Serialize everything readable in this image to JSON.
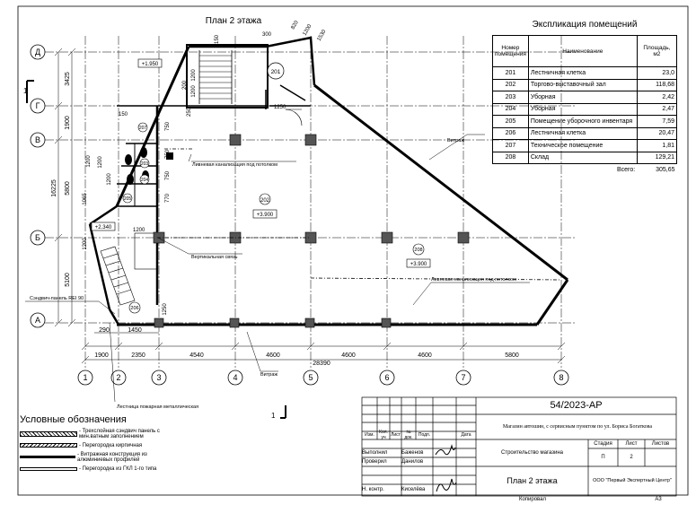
{
  "plan_title": "План 2 этажа",
  "explication": {
    "title": "Экспликация помещений",
    "headers": [
      "Номер помещения",
      "Наименование",
      "Площадь, м2"
    ],
    "rows": [
      {
        "num": "201",
        "name": "Лестничная клетка",
        "area": "23,0"
      },
      {
        "num": "202",
        "name": "Торгово-выставочный зал",
        "area": "118,68"
      },
      {
        "num": "203",
        "name": "Уборная",
        "area": "2,42"
      },
      {
        "num": "204",
        "name": "Уборная",
        "area": "2,47"
      },
      {
        "num": "205",
        "name": "Помещение уборочного инвентаря",
        "area": "7,59"
      },
      {
        "num": "206",
        "name": "Лестничная клетка",
        "area": "20,47"
      },
      {
        "num": "207",
        "name": "Техническое помещение",
        "area": "1,81"
      },
      {
        "num": "208",
        "name": "Склад",
        "area": "129,21"
      }
    ],
    "total_label": "Всего:",
    "total_value": "305,65"
  },
  "axes": {
    "rows": [
      "Д",
      "Г",
      "В",
      "Б",
      "А"
    ],
    "cols": [
      "1",
      "2",
      "3",
      "4",
      "5",
      "6",
      "7",
      "8"
    ]
  },
  "dims": {
    "left_vertical": [
      "3425",
      "1900",
      "5800",
      "5100",
      "16225"
    ],
    "inner_vertical": [
      "1200",
      "1200",
      "1200",
      "1065",
      "1200"
    ],
    "bottom_spans": [
      "1900",
      "2350",
      "4540",
      "4600",
      "4600",
      "4600",
      "5800"
    ],
    "bottom_total": "28390",
    "bottom_small": [
      "290",
      "1450"
    ],
    "top": [
      "150",
      "300",
      "820",
      "1200",
      "1530",
      "1200",
      "200",
      "1200",
      "150",
      "250",
      "1250"
    ],
    "right_small": [
      "750",
      "750",
      "770",
      "750",
      "1250",
      "1200"
    ]
  },
  "rooms": {
    "r201": "201",
    "r202": "202",
    "r203": "203",
    "r204": "204",
    "r205": "205",
    "r206": "206",
    "r207": "207",
    "r208": "208"
  },
  "levels": {
    "l1": "+1.950",
    "l2": "+3.900",
    "l3": "+3.900",
    "l4": "+2.340"
  },
  "annotations": {
    "shower_sewer_1": "Ливневая канализация под потолком",
    "shower_sewer_2": "Ливневая канализация под потолком",
    "vertical_link": "Вертикальная связь",
    "vitrage_1": "Витраж",
    "vitrage_2": "Витраж",
    "sandwich": "Сэндвич-панель REI 90",
    "fire_ladder": "Лестница пожарная металлическая",
    "section_mark_1": "1",
    "section_mark_2": "1"
  },
  "legend": {
    "title": "Условные обозначения",
    "items": [
      "- Трехслойная сэндвич панель с мин.ватным заполнением",
      "- Перегородка кирпичная",
      "- Витражная конструкция из алюминиевых профилей",
      "- Перегородка из ГКЛ 1-го типа"
    ]
  },
  "title_block": {
    "code": "54/2023-АР",
    "project": "Магазин автошин, с сервисным пунктом по ул. Бориса Богаткова",
    "stage_title": "Строительство магазина",
    "sheet_title": "План 2 этажа",
    "org": "ООО \"Первый Экспертный Центр\"",
    "col_heads": [
      "Изм.",
      "Кол. уч",
      "Лист",
      "№ док.",
      "Подп.",
      "Дата"
    ],
    "stage_head": "Стадия",
    "sheet_head": "Лист",
    "sheets_head": "Листов",
    "stage_val": "П",
    "sheet_val": "2",
    "roles": [
      {
        "role": "Выполнил",
        "name": "Баженов"
      },
      {
        "role": "Проверил",
        "name": "Данилов"
      },
      {
        "role": "Н. контр.",
        "name": "Киселёва"
      }
    ],
    "copied": "Копировал",
    "format": "А3"
  }
}
